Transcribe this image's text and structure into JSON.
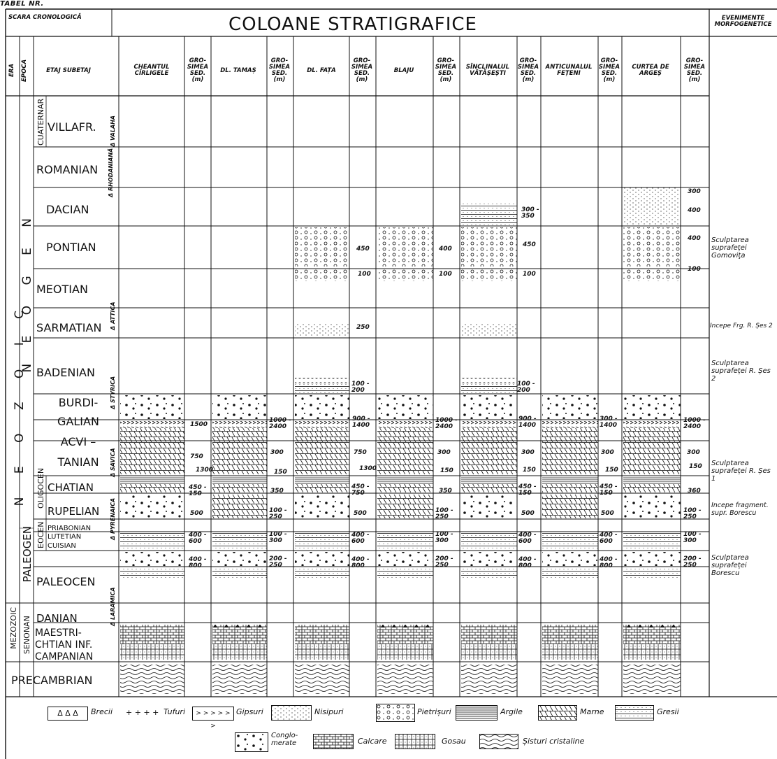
{
  "tabel_label": "TABEL NR.",
  "title": "COLOANE STRATIGRAFICE",
  "scara": "SCARA CRONOLOGICĂ",
  "evenimente": "EVENIMENTE MORFOGENETICE",
  "col_headers": {
    "era": "ERA",
    "epoca": "EPOCA",
    "etaj": "ETAJ SUBETAJ",
    "grosimea": "GRO- SIMEA SED. (m)"
  },
  "localities": [
    "CHEANTUL CÎRLIGELE",
    "DL. TAMAȘ",
    "DL. FAȚA",
    "BLAJU",
    "SÎNCLINALUL VĂTĂȘEȘTI",
    "ANTICUNALUL FEȚENI",
    "CURTEA DE ARGEȘ"
  ],
  "eras": [
    "N E O Z O I C",
    "MEZOZOIC"
  ],
  "epochs": [
    "N E O G E N",
    "PALEOGEN"
  ],
  "sub_eras": [
    "CUATERNAR",
    "OLIGOCEN",
    "EOCEN",
    "SENONAN"
  ],
  "stages": {
    "villafr": "VILLAFR.",
    "romanian": "ROMANIAN",
    "dacian": "DACIAN",
    "pontian": "PONTIAN",
    "meotian": "MEOTIAN",
    "sarmatian": "SARMATIAN",
    "badenian": "BADENIAN",
    "burdi1": "BURDI-",
    "burdi2": "GALIAN",
    "acvi1": "ACVI –",
    "acvi2": "TANIAN",
    "chatian": "CHATIAN",
    "rupelian": "RUPELIAN",
    "priabonian": "PRIABONIAN",
    "lutetian": "LUTETIAN",
    "cuisian": "CUISIAN",
    "paleocen": "PALEOCEN",
    "danian": "DANIAN",
    "maestri1": "MAESTRI-",
    "maestri2": "CHTIAN INF.",
    "campanian": "CAMPANIAN",
    "precambrian": "PRECAMBRIAN"
  },
  "phases": [
    "Δ VALAHA",
    "Δ RHODANIANĂ",
    "Δ ATTICA",
    "Δ STYRICA",
    "Δ SAVICA",
    "Δ PYRENAICA",
    "Δ LARAMICA"
  ],
  "thickness": {
    "c1": [
      "1500",
      "750",
      "1300",
      "450 - 150",
      "500",
      "400 - 600",
      "400 - 800"
    ],
    "c2": [
      "1000 - 2400",
      "300",
      "150",
      "350",
      "100 - 250",
      "100 - 300",
      "200 - 250"
    ],
    "c3": [
      "450",
      "100",
      "250",
      "100 - 200",
      "900 - 1400",
      "750",
      "1300",
      "450 - 750",
      "500",
      "400 - 600",
      "400 - 800"
    ],
    "c4": [
      "400",
      "100",
      "1000 - 2400",
      "300",
      "150",
      "350",
      "100 - 250",
      "100 - 300",
      "200 - 250"
    ],
    "c5": [
      "300 - 350",
      "450",
      "100",
      "100 - 200",
      "900 - 1400",
      "300",
      "150",
      "450 - 150",
      "500",
      "400 - 600",
      "400 - 800"
    ],
    "c6": [
      "300 - 1400",
      "300",
      "150",
      "450 - 150",
      "500",
      "400 - 600",
      "400 - 800"
    ],
    "c7": [
      "300",
      "400",
      "400",
      "100",
      "1000 - 2400",
      "300",
      "150",
      "360",
      "100 - 250",
      "100 - 300",
      "200 - 250"
    ]
  },
  "events": [
    "Sculptarea suprafeței Gomoviţa",
    "Incepe Frg. R. Șes 2",
    "Sculptarea suprafeței R. Șes 2",
    "Sculptarea suprafeței R. Șes 1",
    "Incepe fragment. supr. Borescu",
    "Sculptarea suprafeței Borescu"
  ],
  "legend": {
    "brecii": "Brecii",
    "tufuri": "Tufuri",
    "gipsuri": "Gipsuri",
    "nisipuri": "Nisipuri",
    "pietrisuri": "Pietrișuri",
    "argile": "Argile",
    "marne": "Marne",
    "gresii": "Gresii",
    "conglomerate": "Conglo- merate",
    "calcare": "Calcare",
    "gosau": "Gosau",
    "sisturi": "Șisturi cristaline"
  },
  "legend_glyphs": {
    "brecii": "Δ Δ Δ",
    "tufuri": "+ + + +",
    "gipsuri": "> > > > > >"
  }
}
